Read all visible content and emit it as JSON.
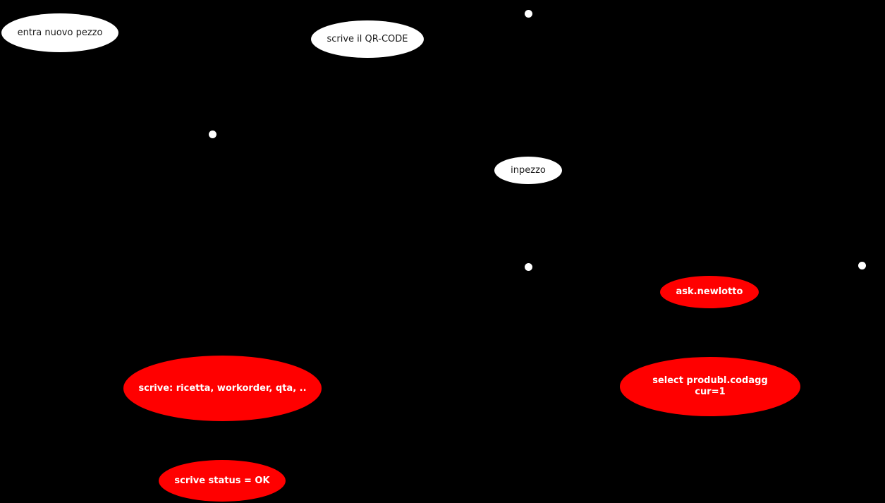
{
  "diagram": {
    "background": "#000000",
    "colors": {
      "action_node": "#ff0000",
      "event_node": "#ffffff"
    },
    "nodes": [
      {
        "id": "entra-nuovo-pezzo",
        "label": "entra nuovo pezzo",
        "type": "event"
      },
      {
        "id": "scrive-qr-code",
        "label": "scrive il QR-CODE",
        "type": "event"
      },
      {
        "id": "inpezzo",
        "label": "inpezzo",
        "type": "event"
      },
      {
        "id": "ask-newlotto",
        "label": "ask.newlotto",
        "type": "action"
      },
      {
        "id": "select-produbl",
        "label": "select produbl.codagg\ncur=1",
        "type": "action"
      },
      {
        "id": "scrive-ricetta",
        "label": "scrive: ricetta, workorder, qta, ..",
        "type": "action"
      },
      {
        "id": "scrive-status",
        "label": "scrive status = OK",
        "type": "action"
      }
    ],
    "junctions": [
      {
        "id": "junction-1"
      },
      {
        "id": "junction-2"
      },
      {
        "id": "junction-3"
      },
      {
        "id": "junction-4"
      }
    ]
  }
}
